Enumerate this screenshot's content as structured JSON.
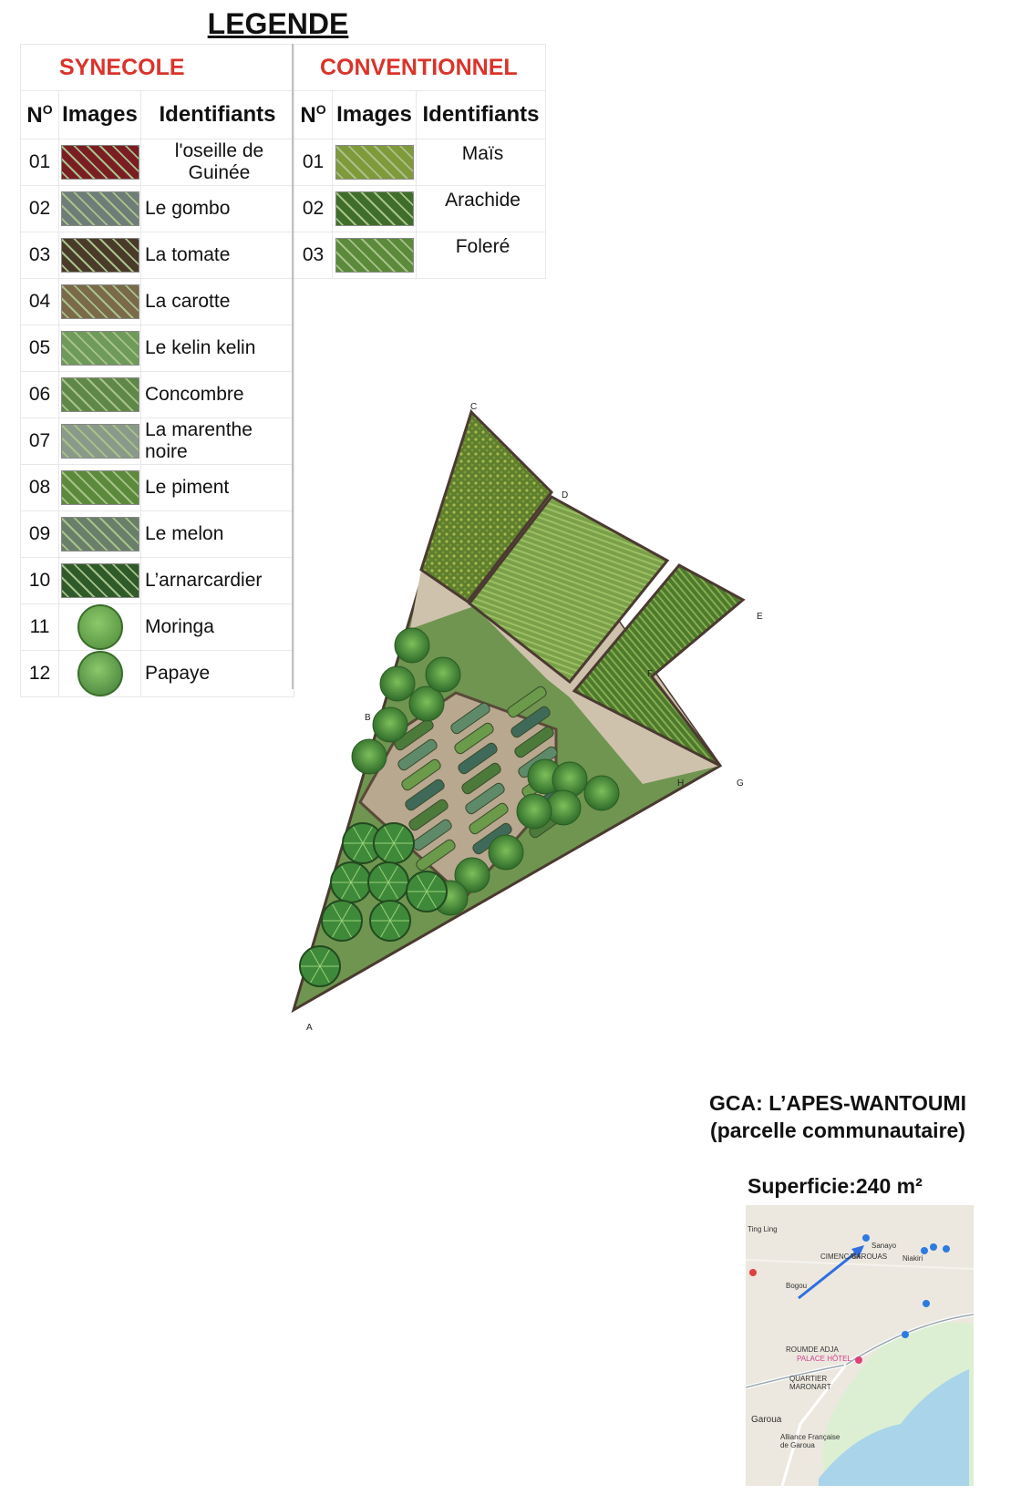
{
  "legend": {
    "title": "LEGENDE",
    "synecole": {
      "heading": "SYNECOLE",
      "col_no": "N",
      "col_no_sup": "O",
      "col_images": "Images",
      "col_ident": "Identifiants",
      "rows": [
        {
          "no": "01",
          "name": "l'oseille de Guinée",
          "color": "#7a1e24"
        },
        {
          "no": "02",
          "name": "Le gombo",
          "color": "#6f7d78"
        },
        {
          "no": "03",
          "name": "La tomate",
          "color": "#4a3a2a"
        },
        {
          "no": "04",
          "name": "La carotte",
          "color": "#7a6a4a"
        },
        {
          "no": "05",
          "name": "Le kelin kelin",
          "color": "#6e9a5a"
        },
        {
          "no": "06",
          "name": "Concombre",
          "color": "#5f8848"
        },
        {
          "no": "07",
          "name": "La marenthe noire",
          "color": "#8a9a8a"
        },
        {
          "no": "08",
          "name": "Le piment",
          "color": "#5c8a3c"
        },
        {
          "no": "09",
          "name": "Le melon",
          "color": "#6a7f6a"
        },
        {
          "no": "10",
          "name": "L’arnarcardier",
          "color": "#2f5a2a"
        },
        {
          "no": "11",
          "name": "Moringa",
          "color": "#4e8a3a"
        },
        {
          "no": "12",
          "name": "Papaye",
          "color": "#3f7a38"
        }
      ]
    },
    "conventionnel": {
      "heading": "CONVENTIONNEL",
      "col_no": "N",
      "col_no_sup": "O",
      "col_images": "Images",
      "col_ident": "Identifiants",
      "rows": [
        {
          "no": "01",
          "name": "Maïs",
          "color": "#7f9a3a"
        },
        {
          "no": "02",
          "name": "Arachide",
          "color": "#3f6e2a"
        },
        {
          "no": "03",
          "name": "Foleré",
          "color": "#5a8a3a"
        }
      ]
    }
  },
  "plan": {
    "points": [
      "A",
      "B",
      "C",
      "D",
      "E",
      "F",
      "G",
      "H"
    ]
  },
  "info": {
    "title_line1": "GCA: L’APES-WANTOUMI",
    "title_line2": "(parcelle communautaire)",
    "surface": "Superficie:240 m²"
  },
  "map": {
    "labels": [
      "Ting Ling",
      "Sanayo",
      "Niakiri",
      "Bogou",
      "ROUMDE ADJA",
      "PALACE HÔTEL",
      "QUARTIER MARONART",
      "Garoua",
      "Alliance Française de Garoua",
      "CIMENCAM",
      "SAROUAS"
    ]
  }
}
